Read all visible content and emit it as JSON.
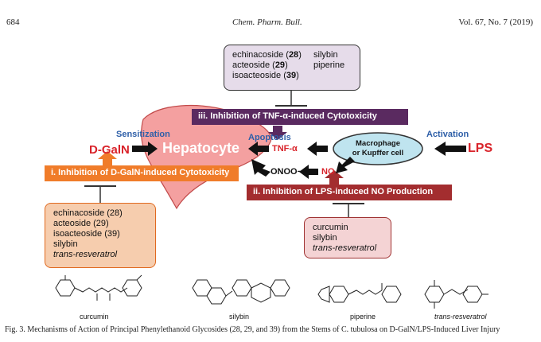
{
  "header": {
    "page": "684",
    "journal": "Chem. Pharm. Bull.",
    "volume": "Vol. 67, No. 7 (2019)"
  },
  "top_box": {
    "col1": [
      "echinacoside (",
      "28",
      ")",
      "acteoside (",
      "29",
      ")",
      "isoacteoside (",
      "39",
      ")"
    ],
    "col2": [
      "silybin",
      "piperine"
    ]
  },
  "banners": {
    "iii": "iii. Inhibition of TNF-α-induced Cytotoxicity",
    "i": "i. Inhibition of D-GalN-induced Cytotoxicity",
    "ii": "ii. Inhibition of LPS-induced NO Production"
  },
  "labels": {
    "sensitization": "Sensitization",
    "dgaln": "D-GalN",
    "hepatocyte": "Hepatocyte",
    "apoptosis": "Apoptosis",
    "tnfa": "TNF-α",
    "macrophage": "Macrophage\nor Kupffer cell",
    "activation": "Activation",
    "lps": "LPS",
    "onoo": "ONOO−",
    "no": "NO"
  },
  "bottom_left_box": [
    "echinacoside (28)",
    "acteoside (29)",
    "isoacteoside (39)",
    "silybin",
    "trans-resveratrol"
  ],
  "bottom_right_box": [
    "curcumin",
    "silybin",
    "trans-resveratrol"
  ],
  "molecules": [
    "curcumin",
    "silybin",
    "piperine",
    "trans-resveratrol"
  ],
  "caption": "Fig. 3.    Mechanisms of Action of Principal Phenylethanoid Glycosides (28, 29, and 39) from the Stems of C. tubulosa on D-GalN/LPS-Induced Liver Injury"
}
